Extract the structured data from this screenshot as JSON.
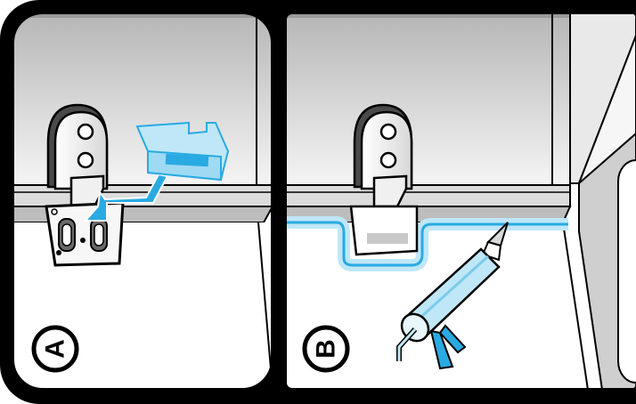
{
  "panels": [
    {
      "id": "A",
      "label": "A"
    },
    {
      "id": "B",
      "label": "B"
    }
  ],
  "colors": {
    "frame": "#000000",
    "wall_top": "#b9b9b9",
    "wall_bottom": "#f4f4f4",
    "floor": "#ffffff",
    "accent": "#29aae2",
    "accent_light": "#bfe7f7",
    "grey_part": "#d4d4d4",
    "dark_part": "#555555"
  },
  "icons": [
    "hinge-icon",
    "cover-cap-icon",
    "arrow-icon",
    "mounting-plate-icon",
    "sealant-gun-icon",
    "sealant-bead-icon"
  ]
}
